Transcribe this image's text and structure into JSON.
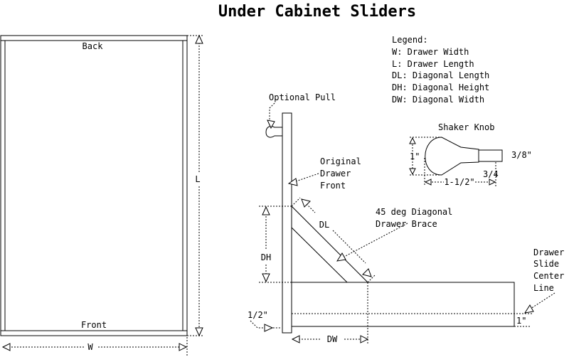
{
  "title": "Under Cabinet Sliders",
  "legend": {
    "heading": "Legend:",
    "items": [
      "W: Drawer Width",
      "L: Drawer Length",
      "DL: Diagonal Length",
      "DH: Diagonal Height",
      "DW: Diagonal Width"
    ]
  },
  "top_view": {
    "back": "Back",
    "front": "Front",
    "width": "W",
    "length": "L"
  },
  "side_view": {
    "optional_pull": "Optional Pull",
    "original_front": [
      "Original",
      "Drawer",
      "Front"
    ],
    "brace": [
      "45 deg Diagonal",
      "Drawer Brace"
    ],
    "diag_length": "DL",
    "diag_height": "DH",
    "diag_width": "DW",
    "half_inch": "1/2\"",
    "one_inch": "1\"",
    "slide_center": [
      "Drawer",
      "Slide",
      "Center",
      "Line"
    ]
  },
  "knob": {
    "title": "Shaker Knob",
    "height": "1\"",
    "width": "1-1/2\"",
    "stem_dia": "3/8\"",
    "stem_len": "3/4"
  }
}
